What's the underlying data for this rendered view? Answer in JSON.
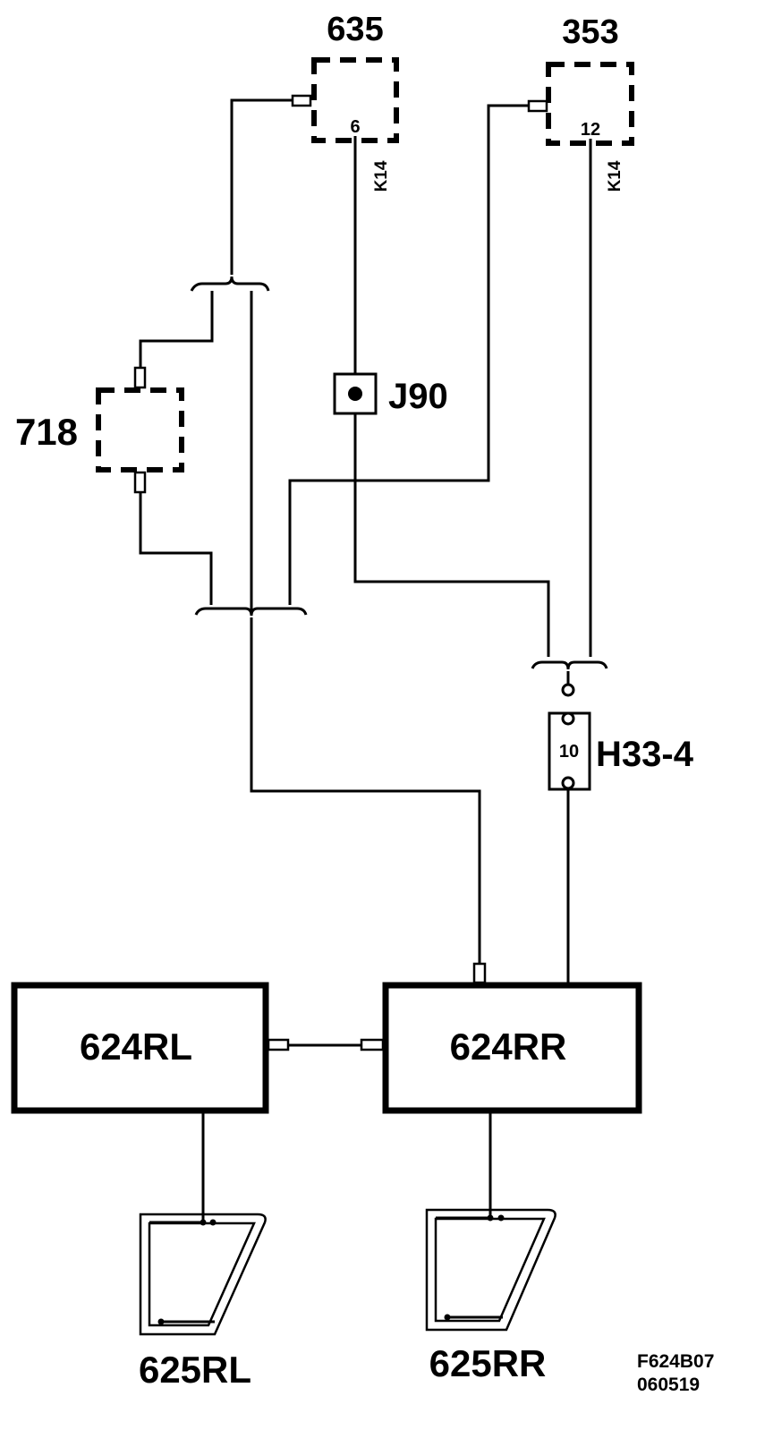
{
  "components": {
    "c635": {
      "id": "635",
      "pin": "6",
      "wire": "K14"
    },
    "c353": {
      "id": "353",
      "pin": "12",
      "wire": "K14"
    },
    "c718": {
      "id": "718"
    },
    "j90": {
      "id": "J90"
    },
    "h33": {
      "id": "H33-4",
      "pin": "10"
    },
    "rl_module": {
      "id": "624RL"
    },
    "rr_module": {
      "id": "624RR"
    },
    "rl_mirror": {
      "id": "625RL"
    },
    "rr_mirror": {
      "id": "625RR"
    }
  },
  "footer": {
    "code": "F624B07",
    "date": "060519"
  }
}
